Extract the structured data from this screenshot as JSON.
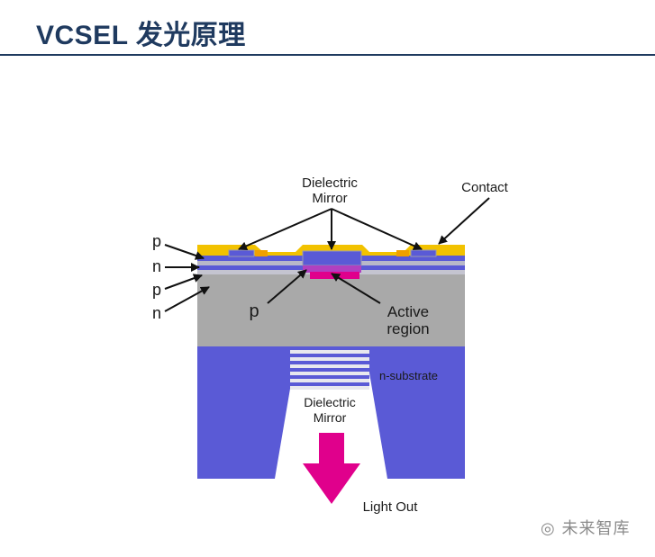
{
  "page": {
    "title": "VCSEL 发光原理"
  },
  "diagram": {
    "labels": {
      "dielectric_mirror_top_1": "Dielectric",
      "dielectric_mirror_top_2": "Mirror",
      "contact": "Contact",
      "p_top": "p",
      "n_1": "n",
      "p_2": "p",
      "n_2": "n",
      "p_inner": "p",
      "active_region_1": "Active",
      "active_region_2": "region",
      "n_substrate": "n-substrate",
      "dielectric_mirror_bottom_1": "Dielectric",
      "dielectric_mirror_bottom_2": "Mirror",
      "light_out": "Light Out"
    },
    "colors": {
      "substrate": "#5a5ad6",
      "gray_layer": "#a9a9a9",
      "contact_gold": "#f2c200",
      "contact_orange": "#f0a000",
      "active_magenta": "#e0008c",
      "arrow_magenta": "#e0008c",
      "mirror_stripes": "#e8e8ee"
    }
  },
  "watermark": {
    "text": "未来智库"
  }
}
